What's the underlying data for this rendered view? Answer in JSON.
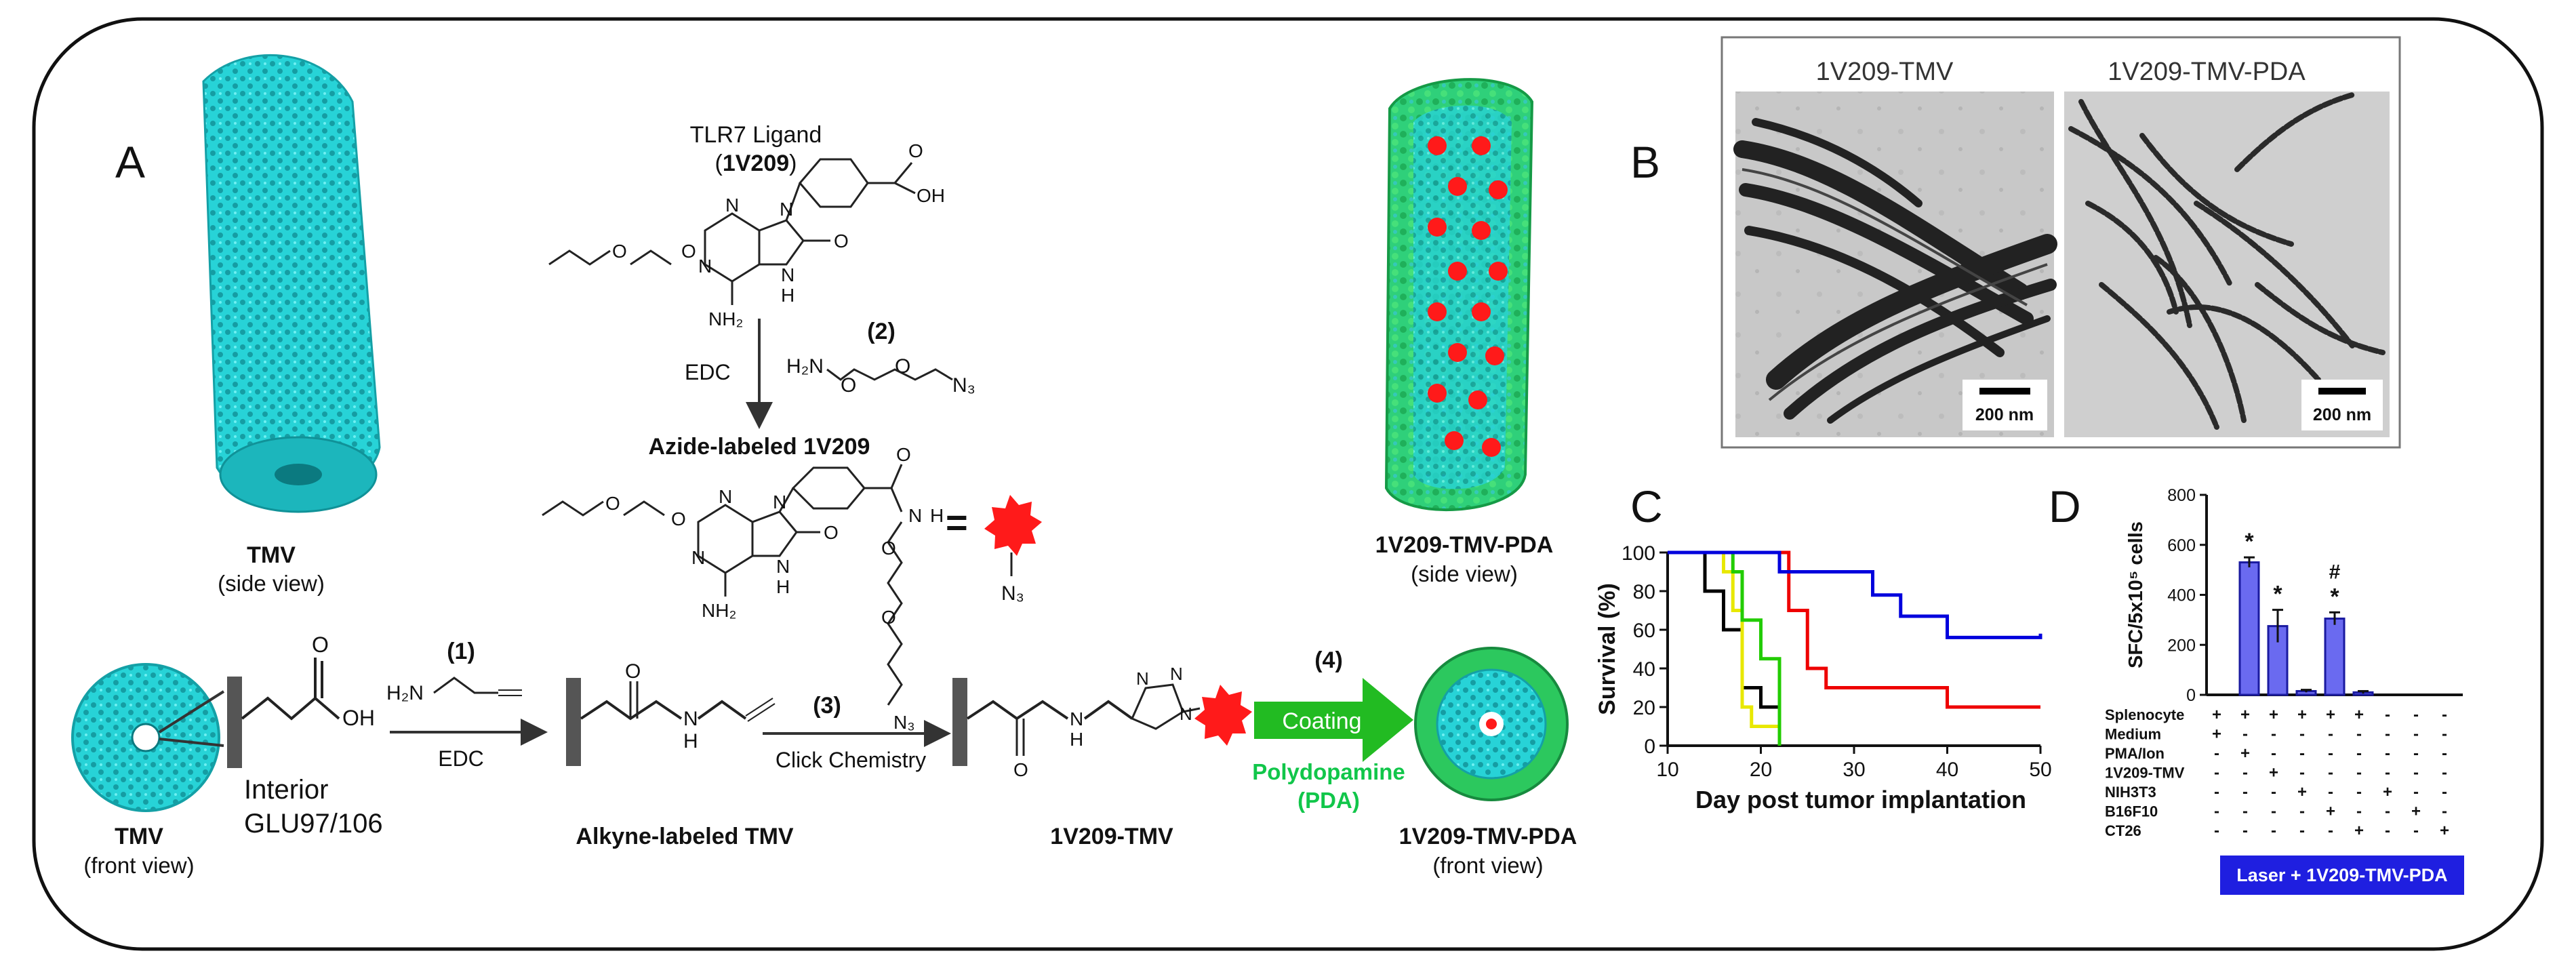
{
  "panels": {
    "A": {
      "letter": "A",
      "tmv_side_name": "TMV",
      "tmv_side_view": "(side view)",
      "tmv_front_name": "TMV",
      "tmv_front_view": "(front view)",
      "interior_line1": "Interior",
      "interior_line2": "GLU97/106",
      "ligand_title": "TLR7 Ligand",
      "ligand_id_open": "(",
      "ligand_id_bold": "1V209",
      "ligand_id_close": ")",
      "azide_label": "Azide-labeled 1V209",
      "alkyne_label": "Alkyne-labeled TMV",
      "product1_label": "1V209-TMV",
      "final_side_name": "1V209-TMV-PDA",
      "final_side_view": "(side view)",
      "final_front_name": "1V209-TMV-PDA",
      "final_front_view": "(front view)",
      "equals_sign": "=",
      "steps": {
        "s1": "(1)",
        "s1_reagent": "EDC",
        "s2": "(2)",
        "s2_reagent": "EDC",
        "s3": "(3)",
        "s3_reagent": "Click Chemistry",
        "s4": "(4)",
        "coating": "Coating",
        "pda_line1": "Polydopamine",
        "pda_line2": "(PDA)"
      },
      "chem": {
        "OH": "OH",
        "OH2": "OH",
        "O_acid": "O",
        "O_acid2": "O",
        "O_ether1": "O",
        "O_ether2": "O",
        "NH2_ring": "NH₂",
        "NH2_ring2": "NH₂",
        "N1": "N",
        "N2": "N",
        "N3": "N",
        "N4": "N",
        "N5": "N",
        "N6": "N",
        "NH_ring": "N",
        "H_ring": "H",
        "O_ring": "O",
        "N7": "N",
        "N8": "N",
        "N9": "N",
        "N10": "N",
        "NH_ring2": "N",
        "H_ring2": "H",
        "O_ring2": "O",
        "linker_H2N": "H₂N",
        "linker_O1": "O",
        "linker_O2": "O",
        "linker_N3": "N₃",
        "amide_O": "O",
        "amide_NH": "N",
        "amide_H": "H",
        "chain_O1": "O",
        "chain_O2": "O",
        "chain_N3": "N₃",
        "star_N3": "N₃",
        "propargyl_H2N": "H₂N",
        "alk_O": "O",
        "alk_N": "N",
        "alk_H": "H",
        "tri_O": "O",
        "tri_N": "N",
        "tri_H": "H",
        "tri_N1": "N",
        "tri_N2": "N",
        "tri_N3": "N"
      }
    },
    "B": {
      "letter": "B",
      "left_title": "1V209-TMV",
      "right_title": "1V209-TMV-PDA",
      "scale_left": "200 nm",
      "scale_right": "200 nm"
    },
    "C": {
      "letter": "C"
    },
    "D": {
      "letter": "D",
      "row_labels": [
        "Splenocyte",
        "Medium",
        "PMA/Ion",
        "1V209-TMV",
        "NIH3T3",
        "B16F10",
        "CT26"
      ],
      "matrix": [
        [
          "+",
          "+",
          "+",
          "+",
          "+",
          "+",
          "-",
          "-",
          "-"
        ],
        [
          "+",
          "-",
          "-",
          "-",
          "-",
          "-",
          "-",
          "-",
          "-"
        ],
        [
          "-",
          "+",
          "-",
          "-",
          "-",
          "-",
          "-",
          "-",
          "-"
        ],
        [
          "-",
          "-",
          "+",
          "-",
          "-",
          "-",
          "-",
          "-",
          "-"
        ],
        [
          "-",
          "-",
          "-",
          "+",
          "-",
          "-",
          "+",
          "-",
          "-"
        ],
        [
          "-",
          "-",
          "-",
          "-",
          "+",
          "-",
          "-",
          "+",
          "-"
        ],
        [
          "-",
          "-",
          "-",
          "-",
          "-",
          "+",
          "-",
          "-",
          "+"
        ]
      ],
      "banner": "Laser + 1V209-TMV-PDA",
      "sig_star": "*",
      "sig_hash": "#",
      "tmv_col_index": 2
    }
  },
  "chart_data": [
    {
      "type": "line",
      "panel": "C",
      "xlabel": "Day post tumor implantation",
      "ylabel": "Survival (%)",
      "xlim": [
        10,
        50
      ],
      "ylim": [
        0,
        100
      ],
      "xticks": [
        10,
        20,
        30,
        40,
        50
      ],
      "yticks": [
        0,
        20,
        40,
        60,
        80,
        100
      ],
      "step": true,
      "series": [
        {
          "color": "#000000",
          "x": [
            10,
            12,
            14,
            16,
            18,
            20,
            22
          ],
          "y": [
            100,
            100,
            80,
            60,
            30,
            20,
            0
          ]
        },
        {
          "color": "#e8e800",
          "x": [
            10,
            14,
            16,
            17,
            18,
            19,
            20,
            22
          ],
          "y": [
            100,
            100,
            90,
            70,
            20,
            10,
            10,
            0
          ]
        },
        {
          "color": "#22cc00",
          "x": [
            10,
            16,
            17,
            18,
            20,
            22
          ],
          "y": [
            100,
            100,
            90,
            65,
            45,
            0
          ]
        },
        {
          "color": "#ee0000",
          "x": [
            10,
            22,
            23,
            25,
            27,
            40,
            50
          ],
          "y": [
            100,
            100,
            70,
            40,
            30,
            20,
            20
          ]
        },
        {
          "color": "#0000dd",
          "x": [
            10,
            22,
            32,
            35,
            40,
            50
          ],
          "y": [
            100,
            90,
            78,
            67,
            56,
            58
          ]
        }
      ]
    },
    {
      "type": "bar",
      "panel": "D",
      "ylabel": "SFC/5x10⁵ cells",
      "ylim": [
        0,
        800
      ],
      "yticks": [
        0,
        200,
        400,
        600,
        800
      ],
      "values": [
        0,
        530,
        275,
        15,
        305,
        10,
        0,
        0,
        0
      ],
      "errors": [
        0,
        20,
        65,
        5,
        25,
        5,
        0,
        0,
        0
      ],
      "fill": "#6a6af0",
      "edge": "#1a1aa0"
    }
  ]
}
